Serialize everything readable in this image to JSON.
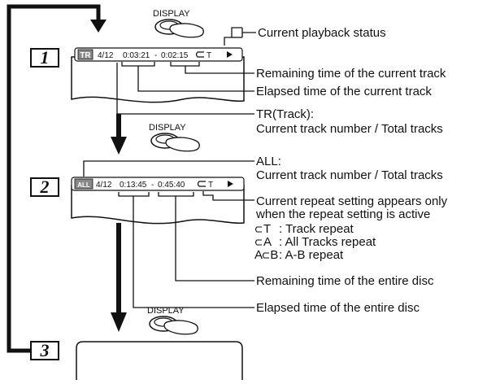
{
  "steps": [
    "1",
    "2",
    "3"
  ],
  "button_label": "DISPLAY",
  "screen1": {
    "mode_icon": "TR",
    "track": "4/12",
    "elapsed": "0:03:21",
    "sep": "-",
    "remaining": "0:02:15",
    "repeat": "T",
    "status_icon": "play-icon"
  },
  "screen2": {
    "mode_icon": "ALL",
    "track": "4/12",
    "elapsed": "0:13:45",
    "sep": "-",
    "remaining": "0:45:40",
    "repeat": "T",
    "status_icon": "play-icon"
  },
  "callouts": {
    "playback_status": "Current playback status",
    "remaining_track": "Remaining time of the current track",
    "elapsed_track": "Elapsed time of the current track",
    "tr_title": "TR(Track):",
    "tr_desc": "Current track number / Total tracks",
    "all_title": "ALL:",
    "all_desc": "Current track number / Total tracks",
    "repeat_line1": "Current repeat setting appears only",
    "repeat_line2": "when the repeat setting is active",
    "repeat_items": [
      {
        "symbol": "T",
        "desc": ": Track repeat"
      },
      {
        "symbol": "A",
        "desc": ": All Tracks repeat"
      },
      {
        "symbol": "A B",
        "desc": ": A-B repeat"
      }
    ],
    "remaining_disc": "Remaining time of the entire disc",
    "elapsed_disc": "Elapsed time of the entire disc"
  }
}
